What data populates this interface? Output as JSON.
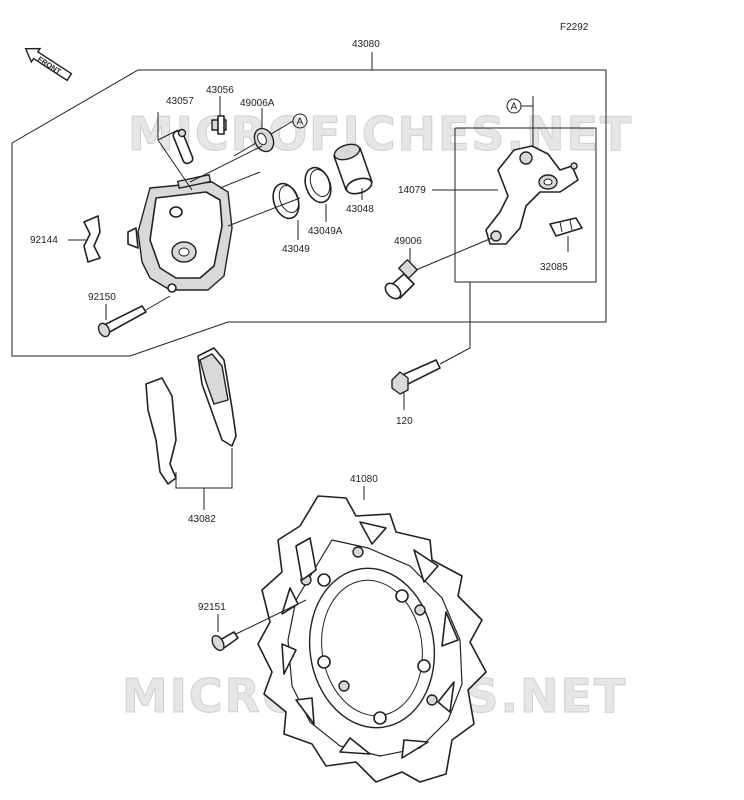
{
  "figure_code": "F2292",
  "front_label": "FRONT",
  "watermark": "MICROFICHES.NET",
  "callout_marker": "A",
  "parts": {
    "assy_43080": "43080",
    "p43057": "43057",
    "p43056": "43056",
    "p49006A": "49006A",
    "p43048": "43048",
    "p43049A": "43049A",
    "p43049": "43049",
    "p92144": "92144",
    "p92150": "92150",
    "p14079": "14079",
    "p49006": "49006",
    "p32085": "32085",
    "p120": "120",
    "p43082": "43082",
    "p41080": "41080",
    "p92151": "92151"
  },
  "colors": {
    "line": "#222222",
    "watermark": "#e6e6e6",
    "part_shade": "#d9d9d9"
  }
}
